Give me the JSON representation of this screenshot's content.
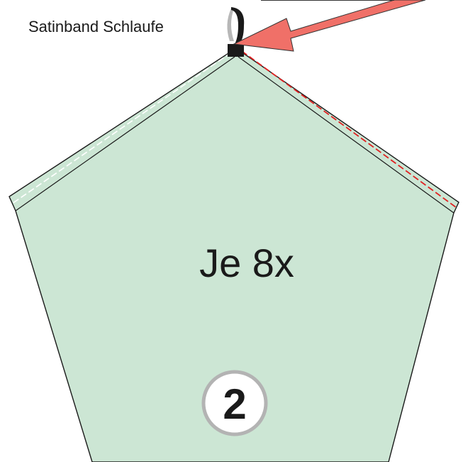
{
  "labels": {
    "loop": "Satinband Schlaufe",
    "count": "Je 8x",
    "step": "2"
  },
  "colors": {
    "fabric": "#cce6d4",
    "fabric_edge": "#1a1a1a",
    "stitch_left": "#ffffff",
    "stitch_right": "#e02020",
    "arrow": "#f07068",
    "arrow_edge": "#333333",
    "ribbon": "#1a1a1a",
    "badge_ring": "#b3b3b3"
  }
}
